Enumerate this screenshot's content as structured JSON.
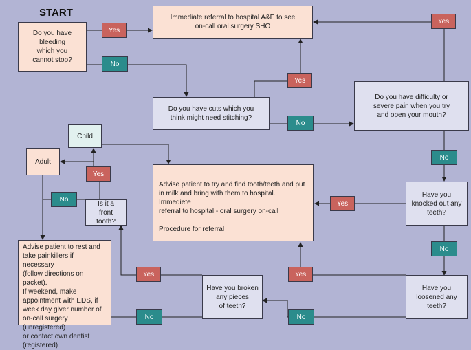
{
  "start_label": "START",
  "nodes": {
    "q_bleeding": "Do you have\nbleeding\nwhich you\ncannot stop?",
    "referral_ae": "Immediate referral to hospital A&E to see\non-call oral surgery SHO",
    "q_stitching": "Do you have cuts which you\nthink might need stitching?",
    "q_difficulty": "Do you have difficulty or\nsevere pain when you try\nand open your mouth?",
    "child": "Child",
    "adult": "Adult",
    "q_front_tooth": "Is it a\nfront tooth?",
    "advise_milk": "Advise patient to try and find tooth/teeth and put\nin milk and bring with them to hospital. Immediete\nreferral to hospital - oral surgery on-call\n\nProcedure for referral",
    "q_knocked_out": "Have you\nknocked out any\nteeth?",
    "advise_rest": "Advise patient to rest and\ntake painkillers if necessary\n(follow directions on packet).\nIf weekend, make\nappointment with EDS, if\nweek day giver number of\non-call surgery (unregistered)\nor contact own dentist\n(registered)",
    "q_broken": "Have you broken\nany pieces\nof teeth?",
    "q_loosened": "Have you\nloosened any\nteeth?"
  },
  "labels": {
    "yes": "Yes",
    "no": "No"
  },
  "colors": {
    "background": "#b2b4d4",
    "peach_box": "#fbe1d4",
    "lavender_box": "#dfe0ef",
    "mint_box": "#e2f1ef",
    "yes_tag": "#c9635d",
    "no_tag": "#2b8c8c"
  }
}
